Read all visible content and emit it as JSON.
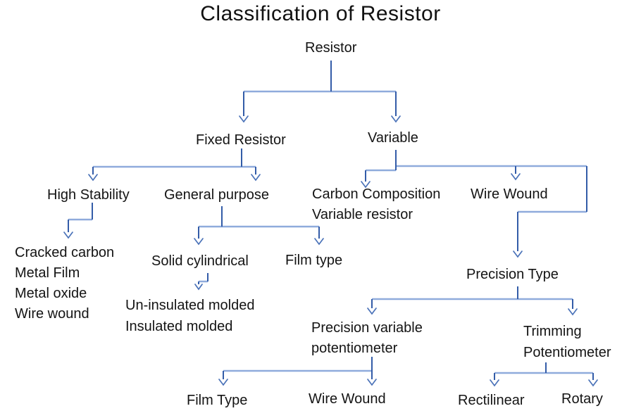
{
  "title": "Classification of Resistor",
  "colors": {
    "line_vertical": "#335ca8",
    "line_horizontal": "#8fabdc",
    "arrowhead": "#4a72b8",
    "text": "#141414",
    "background": "#ffffff"
  },
  "nodes": {
    "resistor": "Resistor",
    "fixed_resistor": "Fixed Resistor",
    "variable": "Variable",
    "high_stability": "High Stability",
    "general_purpose": "General purpose",
    "high_stability_types": "Cracked carbon\nMetal Film\nMetal oxide\nWire wound",
    "solid_cylindrical": "Solid cylindrical",
    "film_type": "Film type",
    "molded_types": "Un-insulated molded\nInsulated molded",
    "carbon_composition": "Carbon Composition\nVariable resistor",
    "wire_wound": "Wire Wound",
    "precision_type": "Precision Type",
    "precision_variable": "Precision variable\npotentiometer",
    "trimming_potentiometer": "Trimming\nPotentiometer",
    "film_type_2": "Film Type",
    "wire_wound_2": "Wire Wound",
    "rectilinear": "Rectilinear",
    "rotary": "Rotary"
  }
}
